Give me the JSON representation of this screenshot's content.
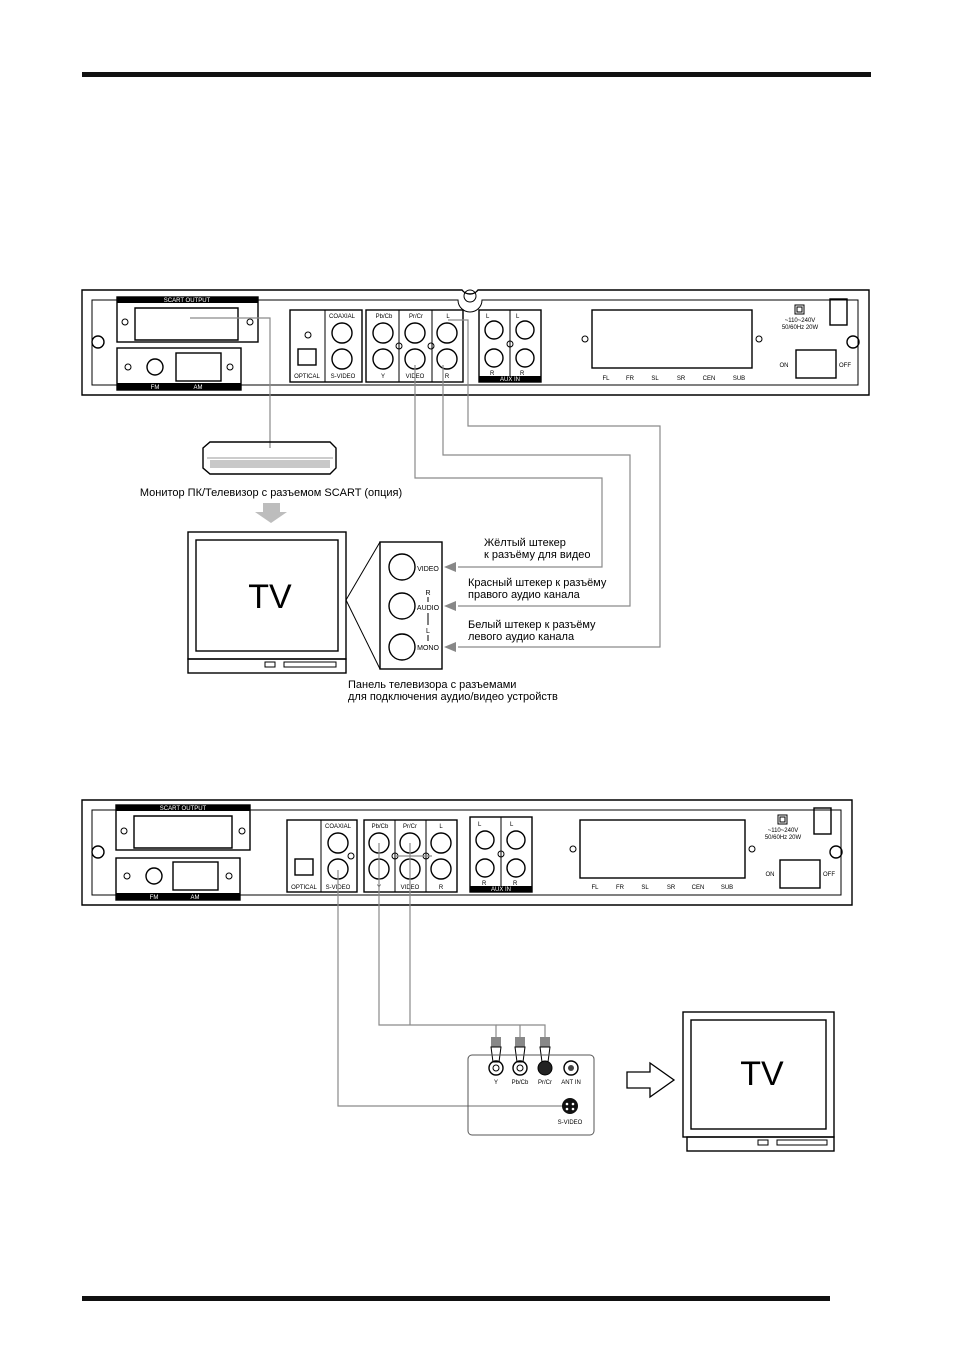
{
  "panel": {
    "scart_output": "SCART OUTPUT",
    "fm": "FM",
    "am": "AM",
    "coaxial": "COAXIAL",
    "optical": "OPTICAL",
    "s_video": "S-VIDEO",
    "pb_cb": "Pb/Cb",
    "pr_cr": "Pr/Cr",
    "y": "Y",
    "video": "VIDEO",
    "l": "L",
    "r": "R",
    "aux_in": "AUX IN",
    "speakers": [
      "FL",
      "FR",
      "SL",
      "SR",
      "CEN",
      "SUB"
    ],
    "power_line1": "~110~240V",
    "power_line2": "50/60Hz 20W",
    "on": "ON",
    "off": "OFF"
  },
  "diagram1": {
    "scart_caption": "Монитор ПК/Телевизор с разъемом SCART (опция)",
    "tv_label": "TV",
    "jack_video": "VIDEO",
    "jack_audio": "AUDIO",
    "jack_mono": "MONO",
    "jack_r": "R",
    "jack_l": "L",
    "yellow_line1": "Жёлтый штекер",
    "yellow_line2": "к разъёму для видео",
    "red_line1": "Красный штекер к разъёму",
    "red_line2": "правого аудио канала",
    "white_line1": "Белый штекер к разъёму",
    "white_line2": "левого аудио канала",
    "panel_caption1": "Панель телевизора с разъемами",
    "panel_caption2": "для подключения аудио/видео устройств"
  },
  "diagram2": {
    "tv_label": "TV",
    "y": "Y",
    "pb_cb": "Pb/Cb",
    "pr_cr": "Pr/Cr",
    "ant_in": "ANT IN",
    "s_video": "S-VIDEO"
  }
}
